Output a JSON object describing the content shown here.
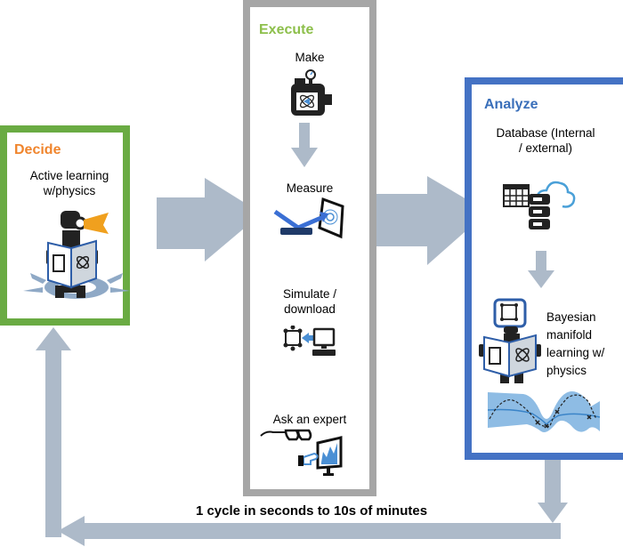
{
  "stages": {
    "decide": {
      "title": "Decide",
      "title_color": "#f0852d",
      "border_color": "#6aab43",
      "items": [
        {
          "label": "Active learning\nw/physics",
          "icon": "robot-reading-book-icon"
        }
      ]
    },
    "execute": {
      "title": "Execute",
      "title_color": "#8dbf4b",
      "border_color": "#a6a6a6",
      "items": [
        {
          "label": "Make",
          "icon": "reactor-vessel-icon"
        },
        {
          "label": "Measure",
          "icon": "beam-detector-icon"
        },
        {
          "label": "Simulate /\ndownload",
          "icon": "crystal-computer-icon"
        },
        {
          "label": "Ask an expert",
          "icon": "glasses-touchscreen-icon"
        }
      ]
    },
    "analyze": {
      "title": "Analyze",
      "title_color": "#3a6fba",
      "border_color": "#4472c4",
      "items": [
        {
          "label": "Database (Internal\n/ external)",
          "icon": "database-cloud-icon"
        },
        {
          "label": "Bayesian\nmanifold\nlearning w/\nphysics",
          "icon": "robot-bayesian-icon"
        }
      ]
    }
  },
  "cycle_caption": "1 cycle in seconds to 10s of minutes",
  "colors": {
    "arrow": "#adbac9",
    "accent_blue": "#4a8fd4",
    "orange": "#f0a01e",
    "dark": "#1e1e1e"
  }
}
